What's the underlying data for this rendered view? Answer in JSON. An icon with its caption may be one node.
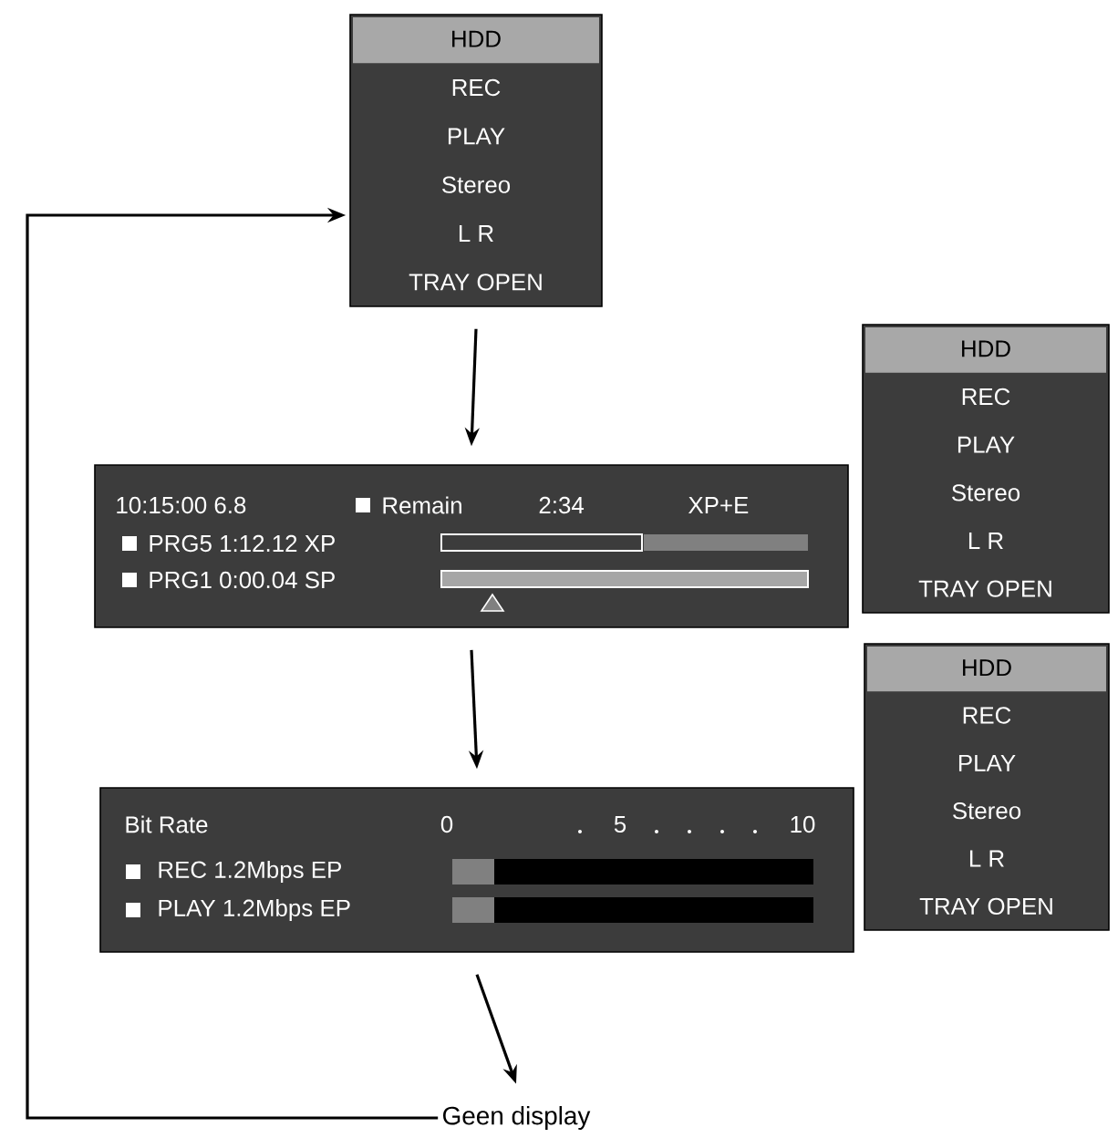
{
  "diagram": {
    "nodes": [
      {
        "text": [
          "HDD",
          "REC",
          "PLAY",
          "Stereo",
          "L R",
          "TRAY OPEN"
        ]
      },
      {
        "text": [
          "10:15:00 6.8",
          "Remain",
          "2:34",
          "XP+E",
          "PRG5 1:12.12 XP",
          "PRG1 0:00.04 SP"
        ]
      },
      {
        "text": [
          "Bit Rate",
          "0",
          "5",
          "10",
          "REC 1.2Mbps EP",
          "PLAY 1.2Mbps EP"
        ]
      },
      {
        "text": [
          "Geen display"
        ]
      },
      {
        "text": [
          "HDD",
          "REC",
          "PLAY",
          "Stereo",
          "L R",
          "TRAY OPEN"
        ]
      },
      {
        "text": [
          "HDD",
          "REC",
          "PLAY",
          "Stereo",
          "L R",
          "TRAY OPEN"
        ]
      }
    ],
    "edges": [
      {
        "from": 0,
        "to": 1,
        "arrow": "to"
      },
      {
        "from": 1,
        "to": 2,
        "arrow": "to"
      },
      {
        "from": 2,
        "to": 3,
        "arrow": "to"
      },
      {
        "from": 3,
        "to": 0,
        "arrow": "to"
      }
    ]
  }
}
